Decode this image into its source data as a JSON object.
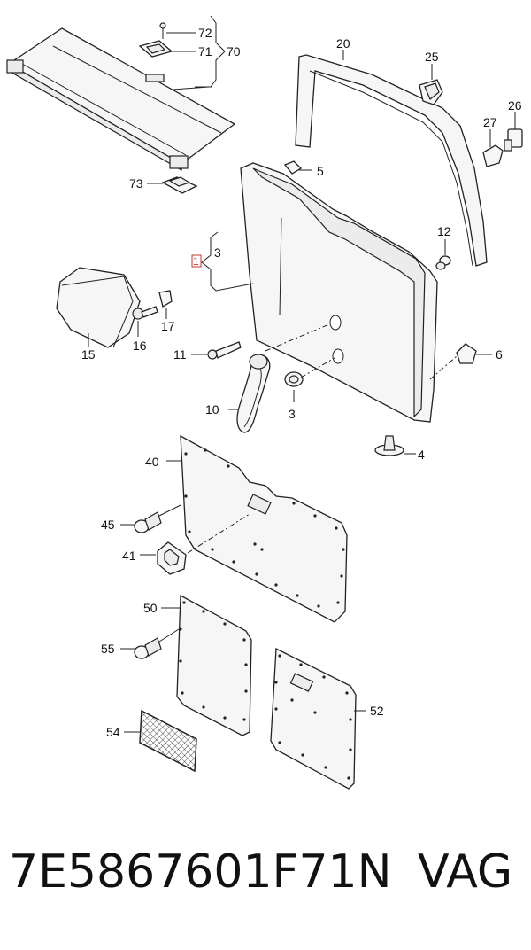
{
  "callouts": {
    "c1": "1",
    "c3a": "3",
    "c3b": "3",
    "c4": "4",
    "c5": "5",
    "c6": "6",
    "c10": "10",
    "c11": "11",
    "c12": "12",
    "c15": "15",
    "c16": "16",
    "c17": "17",
    "c20": "20",
    "c25": "25",
    "c26": "26",
    "c27": "27",
    "c40": "40",
    "c41": "41",
    "c45": "45",
    "c50": "50",
    "c52": "52",
    "c54": "54",
    "c55": "55",
    "c70": "70",
    "c71": "71",
    "c72": "72",
    "c73": "73"
  },
  "caption": {
    "part_number": "7E5867601F71N",
    "brand": "VAG"
  },
  "colors": {
    "line": "#222222",
    "highlight": "#c0392b"
  }
}
